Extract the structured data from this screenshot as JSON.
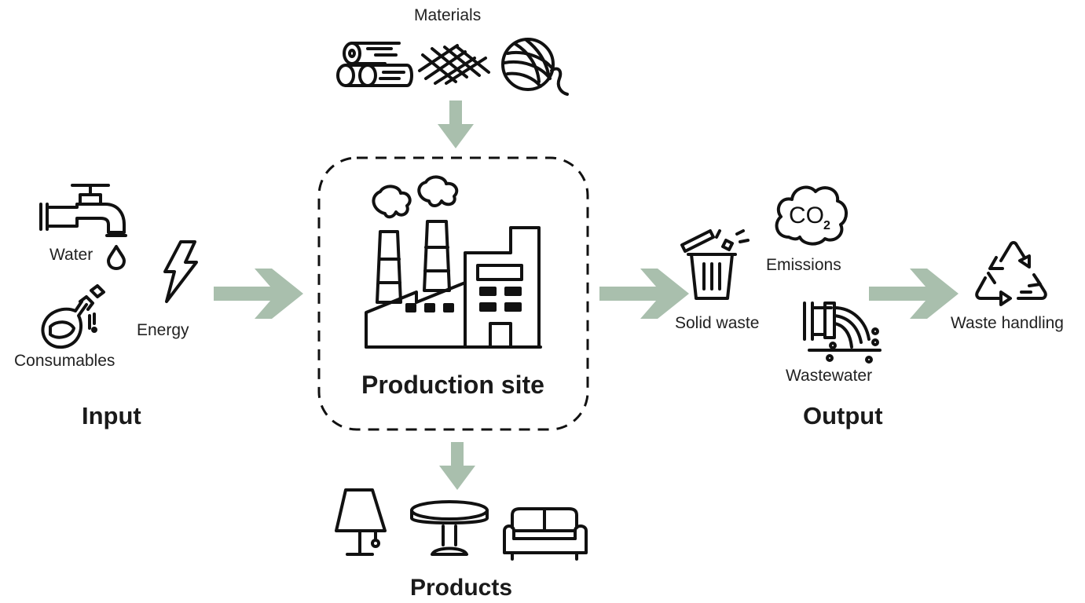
{
  "colors": {
    "arrow": "#a9bfad",
    "ink": "#111111",
    "background": "#ffffff"
  },
  "materials": {
    "label": "Materials",
    "icons": [
      "wood-logs-icon",
      "fibers-icon",
      "yarn-ball-icon"
    ]
  },
  "production": {
    "label": "Production site",
    "icon": "factory-icon",
    "boundary": "dashed rounded box"
  },
  "products": {
    "label": "Products",
    "icons": [
      "lamp-icon",
      "table-icon",
      "sofa-icon"
    ]
  },
  "input": {
    "label": "Input",
    "items": [
      {
        "label": "Water",
        "icon": "faucet-icon"
      },
      {
        "label": "Energy",
        "icon": "lightning-icon"
      },
      {
        "label": "Consumables",
        "icon": "chemical-flask-icon"
      }
    ]
  },
  "output": {
    "label": "Output",
    "items": [
      {
        "label": "Emissions",
        "icon": "co2-cloud-icon",
        "icon_text": "CO",
        "icon_subscript": "2"
      },
      {
        "label": "Solid waste",
        "icon": "trash-bin-icon"
      },
      {
        "label": "Wastewater",
        "icon": "wastewater-pipe-icon"
      }
    ]
  },
  "waste_handling": {
    "label": "Waste handling",
    "icon": "recycle-icon"
  }
}
